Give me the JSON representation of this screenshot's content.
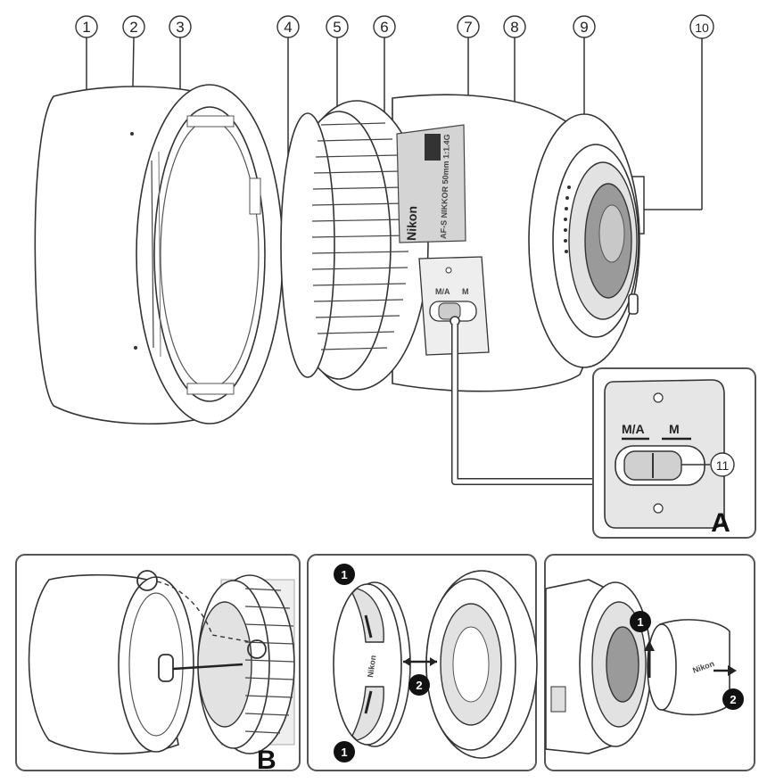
{
  "callouts": [
    {
      "num": "1"
    },
    {
      "num": "2"
    },
    {
      "num": "3"
    },
    {
      "num": "4"
    },
    {
      "num": "5"
    },
    {
      "num": "6"
    },
    {
      "num": "7"
    },
    {
      "num": "8"
    },
    {
      "num": "9"
    },
    {
      "num": "10"
    },
    {
      "num": "11"
    }
  ],
  "lens_barrel": {
    "brand": "Nikon",
    "model_line": "AF-S NIKKOR 50mm 1:1.4G",
    "focus_switch_auto": "M/A",
    "focus_switch_manual": "M"
  },
  "inset_a": {
    "letter": "A",
    "switch_auto": "M/A",
    "switch_manual": "M",
    "callout": "11"
  },
  "panel_b": {
    "letter": "B"
  },
  "panel_caps": {
    "step_1": "1",
    "step_2": "2",
    "front_cap_text": "Nikon",
    "rear_cap_text": "Nikon"
  }
}
